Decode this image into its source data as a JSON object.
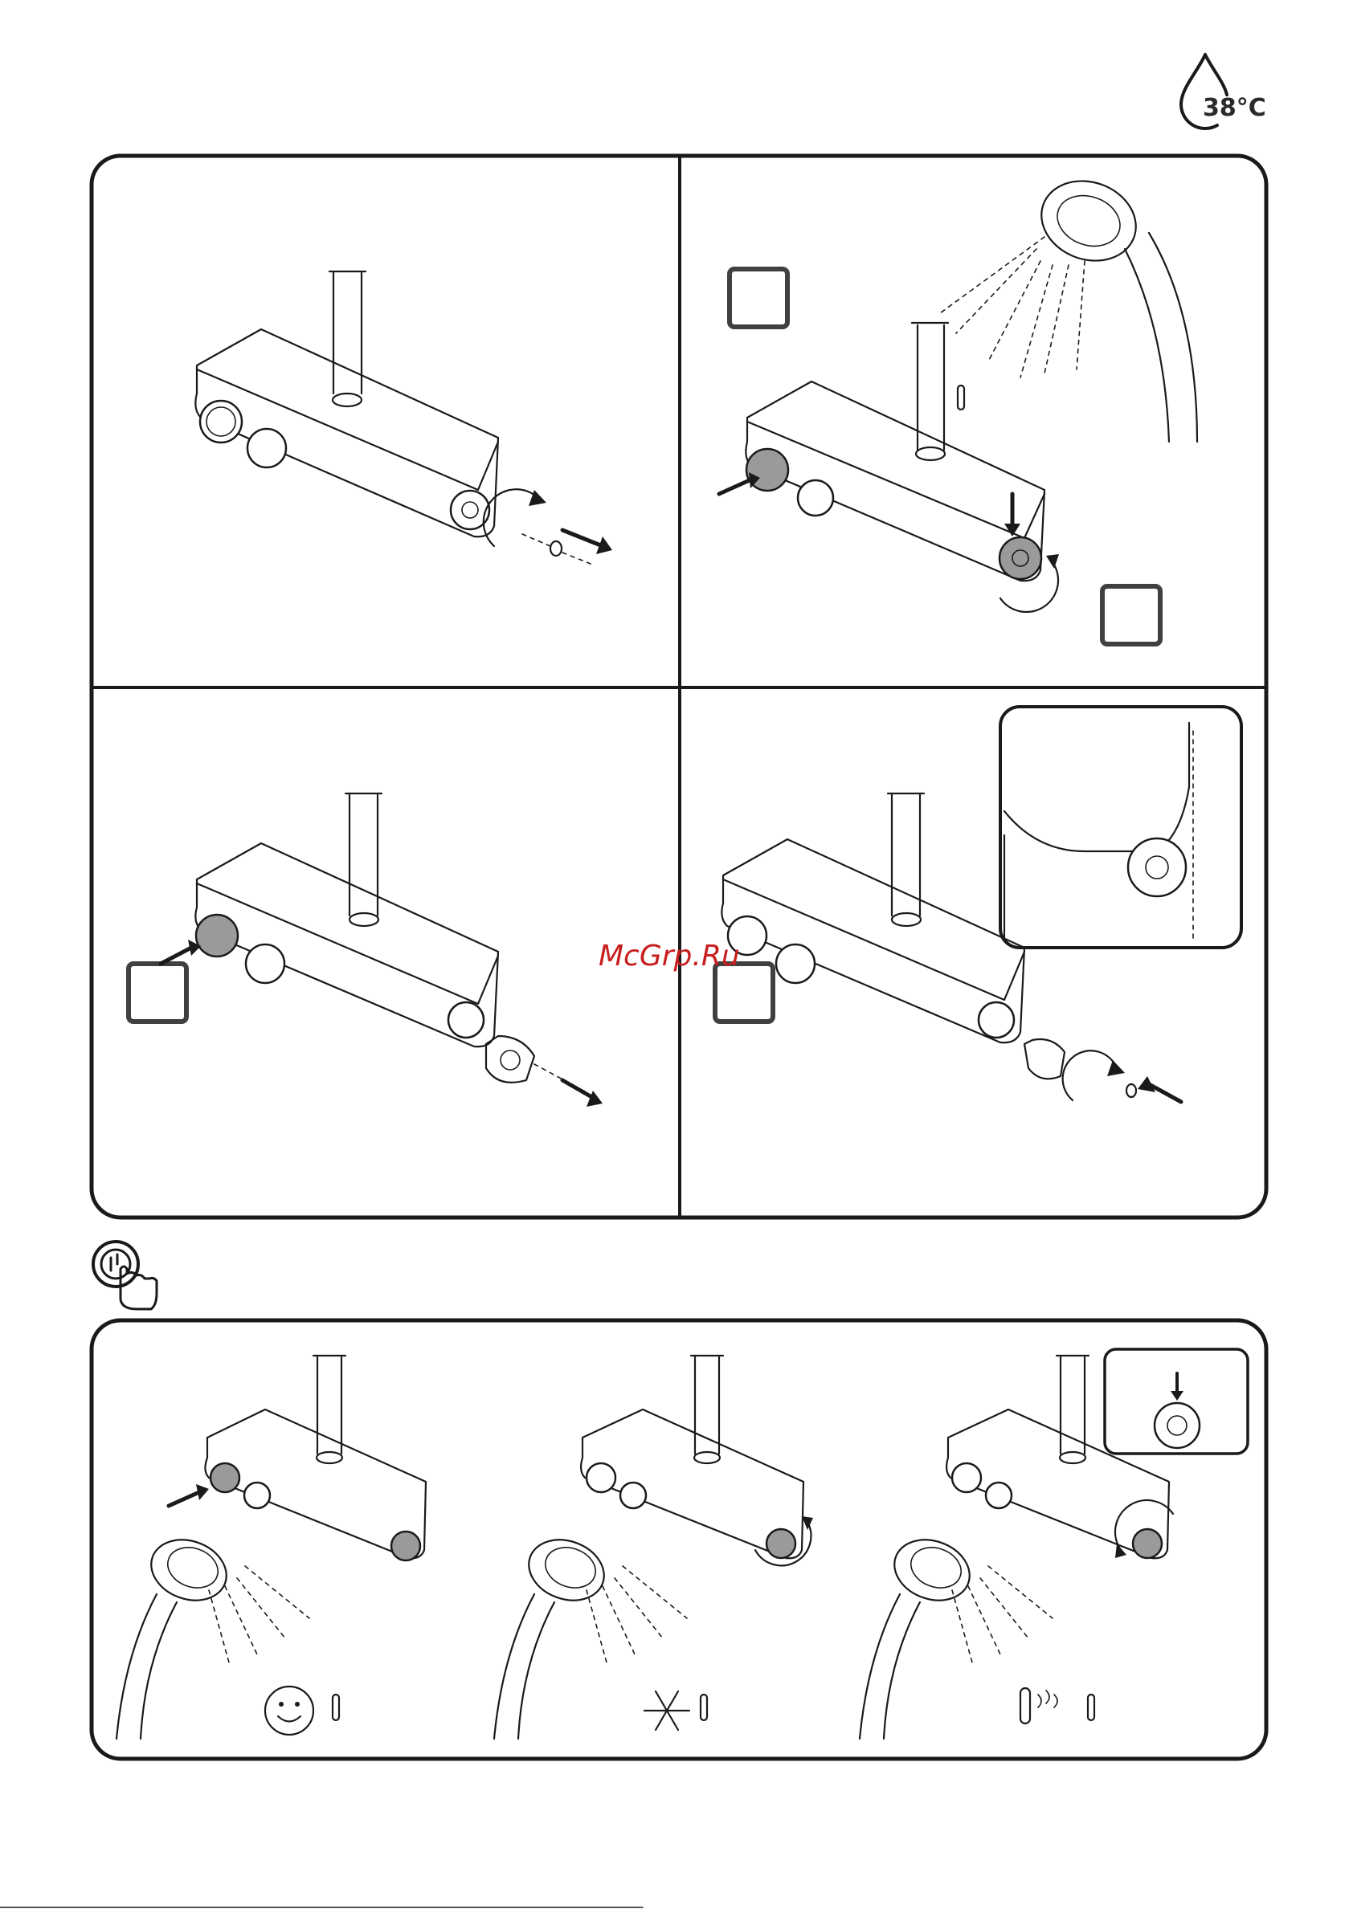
{
  "header": {
    "temperature_label": "38°C",
    "temperature_icon": "water-drop-icon"
  },
  "watermark": {
    "text": "McGrp.Ru"
  },
  "colors": {
    "line": "#1a1a1a",
    "knob_fill": "#9a9a9a",
    "checkbox": "#404040",
    "watermark": "#c81e1e"
  },
  "steps_panel": {
    "steps": [
      {
        "id": "step-1",
        "icons": [
          "thermostat-unit-icon",
          "rotate-arrow-icon",
          "screw-icon"
        ]
      },
      {
        "id": "step-2",
        "icons": [
          "handshower-icon",
          "thermometer-icon",
          "push-arrow-icon",
          "rotate-arrow-icon"
        ],
        "checkboxes": 2
      },
      {
        "id": "step-3",
        "icons": [
          "push-arrow-icon",
          "temperature-knob-icon"
        ],
        "checkboxes": 1
      },
      {
        "id": "step-4",
        "icons": [
          "detail-zoom-icon",
          "rotate-arrow-icon",
          "screw-icon"
        ],
        "checkboxes": 1
      }
    ]
  },
  "touch_icon": "push-button-hand-icon",
  "usage_panel": {
    "scenes": [
      {
        "id": "scene-normal",
        "icons": [
          "smiley-icon",
          "thermometer-icon"
        ]
      },
      {
        "id": "scene-cold",
        "icons": [
          "snowflake-icon",
          "thermometer-icon"
        ]
      },
      {
        "id": "scene-hot",
        "icons": [
          "thermometer-hot-icon",
          "thermometer-icon"
        ]
      }
    ]
  }
}
